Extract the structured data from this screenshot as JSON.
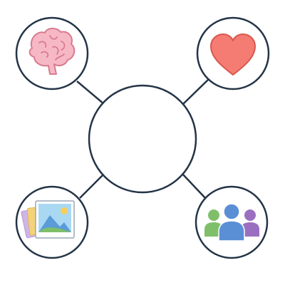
{
  "diagram": {
    "type": "hub-and-spoke",
    "center": {
      "label": ""
    },
    "nodes": [
      {
        "id": "brain",
        "icon": "brain-icon",
        "position": "top-left"
      },
      {
        "id": "heart",
        "icon": "heart-icon",
        "position": "top-right"
      },
      {
        "id": "photos",
        "icon": "photos-icon",
        "position": "bottom-left"
      },
      {
        "id": "people",
        "icon": "people-icon",
        "position": "bottom-right"
      }
    ]
  },
  "colors": {
    "outline": "#243447",
    "brain_fill": "#f6b8c4",
    "brain_stroke": "#d87b90",
    "heart_fill": "#f47c72",
    "heart_stroke": "#d9574f",
    "photo_sky": "#a9d8f3",
    "photo_mountain": "#5a9bd8",
    "photo_hill": "#7fbf6a",
    "photo_sun": "#f6cf5a",
    "photo_back1": "#cdb6e6",
    "photo_back2": "#f4d27a",
    "person_green": "#7fbf6a",
    "person_blue": "#5a8fd6",
    "person_purple": "#9b6fc0"
  }
}
